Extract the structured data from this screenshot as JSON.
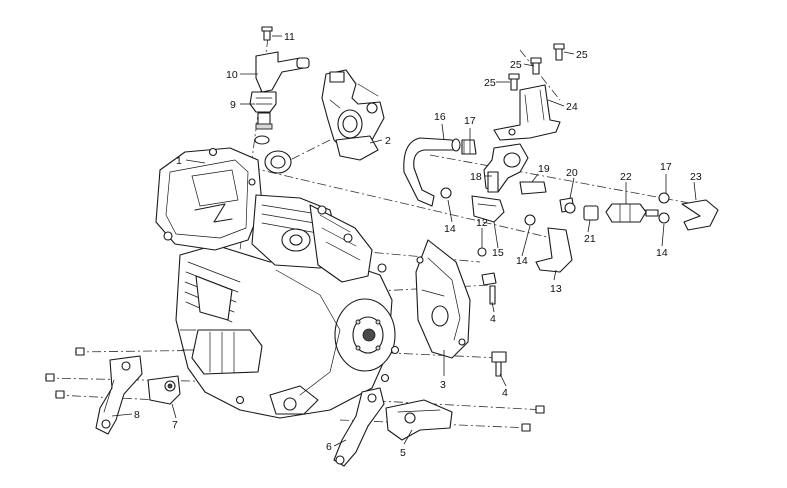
{
  "callouts": [
    {
      "id": "c1",
      "label": "1"
    },
    {
      "id": "c2",
      "label": "2"
    },
    {
      "id": "c3",
      "label": "3"
    },
    {
      "id": "c4a",
      "label": "4"
    },
    {
      "id": "c4b",
      "label": "4"
    },
    {
      "id": "c5",
      "label": "5"
    },
    {
      "id": "c6",
      "label": "6"
    },
    {
      "id": "c7",
      "label": "7"
    },
    {
      "id": "c8",
      "label": "8"
    },
    {
      "id": "c9",
      "label": "9"
    },
    {
      "id": "c10",
      "label": "10"
    },
    {
      "id": "c11",
      "label": "11"
    },
    {
      "id": "c12",
      "label": "12"
    },
    {
      "id": "c13",
      "label": "13"
    },
    {
      "id": "c14a",
      "label": "14"
    },
    {
      "id": "c14b",
      "label": "14"
    },
    {
      "id": "c14c",
      "label": "14"
    },
    {
      "id": "c15",
      "label": "15"
    },
    {
      "id": "c16",
      "label": "16"
    },
    {
      "id": "c17a",
      "label": "17"
    },
    {
      "id": "c17b",
      "label": "17"
    },
    {
      "id": "c18",
      "label": "18"
    },
    {
      "id": "c19",
      "label": "19"
    },
    {
      "id": "c20",
      "label": "20"
    },
    {
      "id": "c21",
      "label": "21"
    },
    {
      "id": "c22",
      "label": "22"
    },
    {
      "id": "c23",
      "label": "23"
    },
    {
      "id": "c24",
      "label": "24"
    },
    {
      "id": "c25a",
      "label": "25"
    },
    {
      "id": "c25b",
      "label": "25"
    },
    {
      "id": "c25c",
      "label": "25"
    }
  ]
}
